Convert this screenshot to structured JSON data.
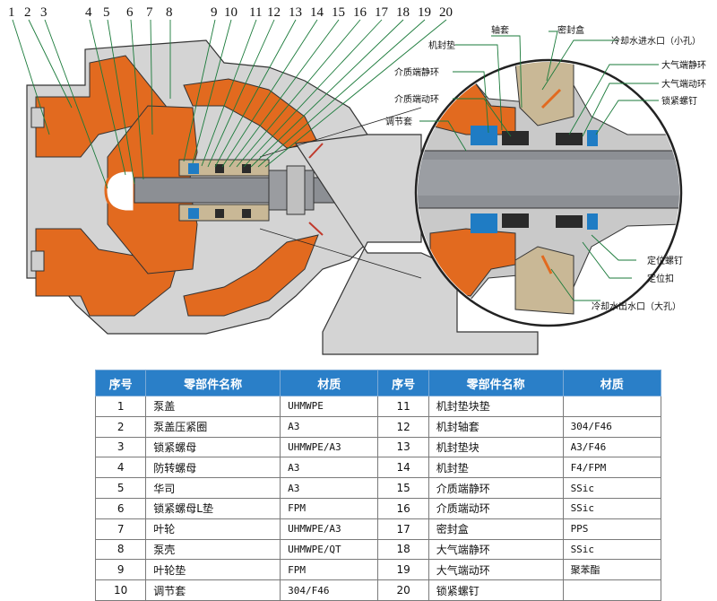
{
  "callouts": [
    "1",
    "2",
    "3",
    "4",
    "5",
    "6",
    "7",
    "8",
    "9",
    "10",
    "11",
    "12",
    "13",
    "14",
    "15",
    "16",
    "17",
    "18",
    "19",
    "20"
  ],
  "zoom_labels": {
    "seal_gasket": "机封垫",
    "shaft_sleeve": "轴套",
    "seal_box": "密封盒",
    "cooling_in": "冷却水进水口（小孔）",
    "medium_static_ring": "介质端静环",
    "atm_static_ring": "大气端静环",
    "medium_moving_ring": "介质端动环",
    "atm_moving_ring": "大气端动环",
    "adjust_sleeve": "调节套",
    "lock_screw": "锁紧螺钉",
    "set_screw": "定位螺钉",
    "locating_buckle": "定位扣",
    "cooling_out": "冷却水出水口（大孔）"
  },
  "table": {
    "headers": [
      "序号",
      "零部件名称",
      "材质",
      "序号",
      "零部件名称",
      "材质"
    ],
    "rows": [
      [
        "1",
        "泵盖",
        "UHMWPE",
        "11",
        "机封垫块垫",
        ""
      ],
      [
        "2",
        "泵盖压紧圈",
        "A3",
        "12",
        "机封轴套",
        "304/F46"
      ],
      [
        "3",
        "锁紧螺母",
        "UHMWPE/A3",
        "13",
        "机封垫块",
        "A3/F46"
      ],
      [
        "4",
        "防转螺母",
        "A3",
        "14",
        "机封垫",
        "F4/FPM"
      ],
      [
        "5",
        "华司",
        "A3",
        "15",
        "介质端静环",
        "SSic"
      ],
      [
        "6",
        "锁紧螺母L垫",
        "FPM",
        "16",
        "介质端动环",
        "SSic"
      ],
      [
        "7",
        "叶轮",
        "UHMWPE/A3",
        "17",
        "密封盒",
        "PPS"
      ],
      [
        "8",
        "泵壳",
        "UHMWPE/QT",
        "18",
        "大气端静环",
        "SSic"
      ],
      [
        "9",
        "叶轮垫",
        "FPM",
        "19",
        "大气端动环",
        "聚苯酯"
      ],
      [
        "10",
        "调节套",
        "304/F46",
        "20",
        "锁紧螺钉",
        ""
      ]
    ]
  },
  "colors": {
    "lining": "#e26a1f",
    "metal": "#c9c9c9",
    "shaft": "#8c8f94",
    "seal": "#c9b896",
    "blue": "#1f7cc4",
    "table_header": "#2a7fc8"
  }
}
